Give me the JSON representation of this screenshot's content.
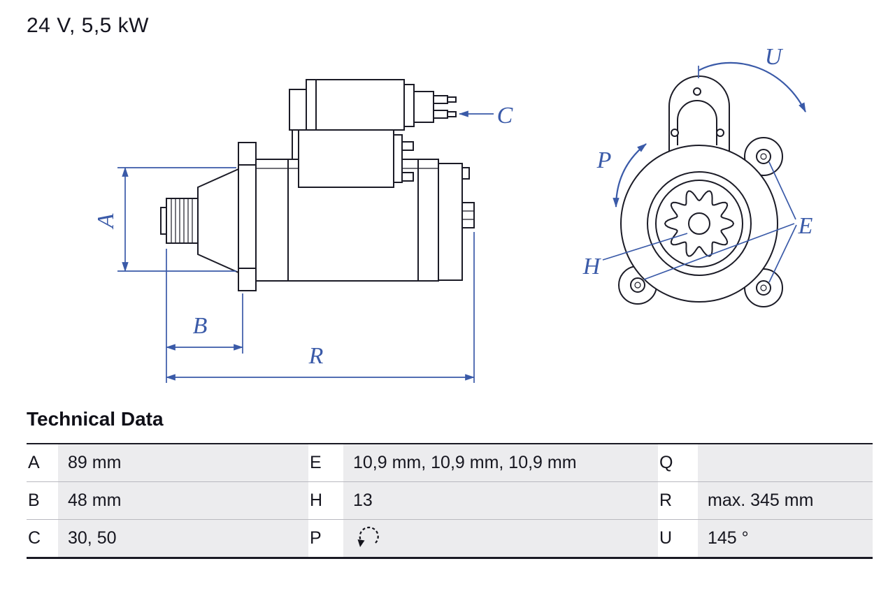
{
  "title": "24 V, 5,5 kW",
  "colors": {
    "dimension_blue": "#3A5AA8",
    "drawing_ink": "#1B1B26",
    "table_shade": "#ECECEE"
  },
  "diagram": {
    "labels": {
      "A": "A",
      "B": "B",
      "C": "C",
      "R": "R",
      "U": "U",
      "P": "P",
      "E": "E",
      "H": "H"
    }
  },
  "icons": {
    "rotation_ccw": "↺"
  },
  "table": {
    "heading": "Technical Data",
    "rows": [
      {
        "k1": "A",
        "v1": "89 mm",
        "k2": "E",
        "v2": "10,9 mm, 10,9 mm, 10,9 mm",
        "k3": "Q",
        "v3": ""
      },
      {
        "k1": "B",
        "v1": "48 mm",
        "k2": "H",
        "v2": "13",
        "k3": "R",
        "v3": "max. 345 mm"
      },
      {
        "k1": "C",
        "v1": "30, 50",
        "k2": "P",
        "v2": "",
        "p_icon": "rotation-ccw-icon",
        "k3": "U",
        "v3": "145 °"
      }
    ]
  }
}
